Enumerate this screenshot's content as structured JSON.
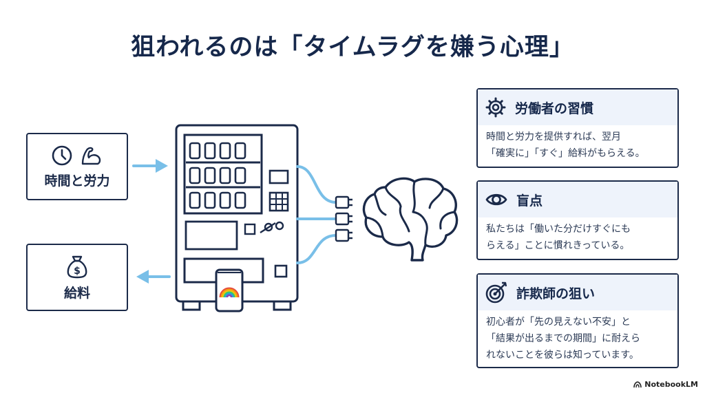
{
  "title": "狙われるのは「タイムラグを嫌う心理」",
  "left": {
    "top_label": "時間と労力",
    "bottom_label": "給料"
  },
  "cards": [
    {
      "title": "労働者の習慣",
      "icon": "gear-icon",
      "lines": [
        "時間と労力を提供すれば、翌月",
        "「確実に」「すぐ」給料がもらえる。"
      ]
    },
    {
      "title": "盲点",
      "icon": "eye-icon",
      "lines": [
        "私たちは「働いた分だけすぐにも",
        "らえる」ことに慣れきっている。"
      ]
    },
    {
      "title": "詐欺師の狙い",
      "icon": "target-icon",
      "lines": [
        "初心者が「先の見えない不安」と",
        "「結果が出るまでの期間」に耐えら",
        "れないことを彼らは知っています。"
      ]
    }
  ],
  "watermark": "NotebookLM",
  "colors": {
    "navy": "#1b2a49",
    "arrow": "#79bfe8",
    "card_head": "#eef3fb"
  }
}
